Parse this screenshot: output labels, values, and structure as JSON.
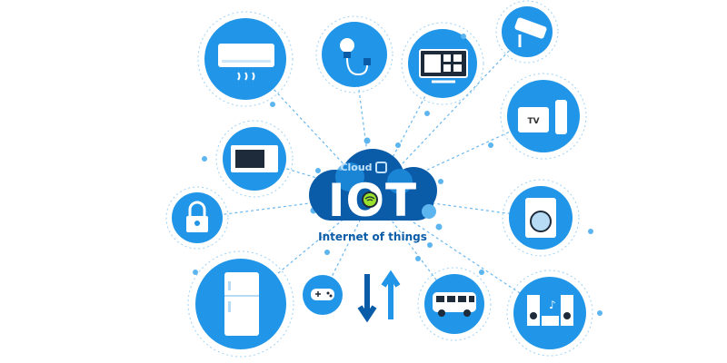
{
  "center": {
    "cloud_label": "Cloud",
    "title": "IOT",
    "subtitle": "Internet of things"
  },
  "colors": {
    "primary_blue": "#2196E8",
    "dark_blue": "#0B5CA8",
    "dot_blue": "#5DB5F0",
    "wifi_green": "#9BE22C"
  },
  "devices": [
    {
      "name": "air-conditioner",
      "icon": "air-conditioner-icon"
    },
    {
      "name": "light-bulb",
      "icon": "light-bulb-icon"
    },
    {
      "name": "smart-display",
      "icon": "monitor-icon"
    },
    {
      "name": "security-camera",
      "icon": "camera-icon"
    },
    {
      "name": "tv-box",
      "icon": "tv-box-icon"
    },
    {
      "name": "microwave",
      "icon": "microwave-icon"
    },
    {
      "name": "smart-lock",
      "icon": "lock-icon"
    },
    {
      "name": "refrigerator",
      "icon": "fridge-icon"
    },
    {
      "name": "game-controller",
      "icon": "gamepad-icon"
    },
    {
      "name": "data-transfer",
      "icon": "up-down-arrows-icon"
    },
    {
      "name": "bus",
      "icon": "bus-icon"
    },
    {
      "name": "washing-machine",
      "icon": "washing-machine-icon"
    },
    {
      "name": "sound-system",
      "icon": "speakers-icon"
    }
  ],
  "tv_box_label": "TV"
}
